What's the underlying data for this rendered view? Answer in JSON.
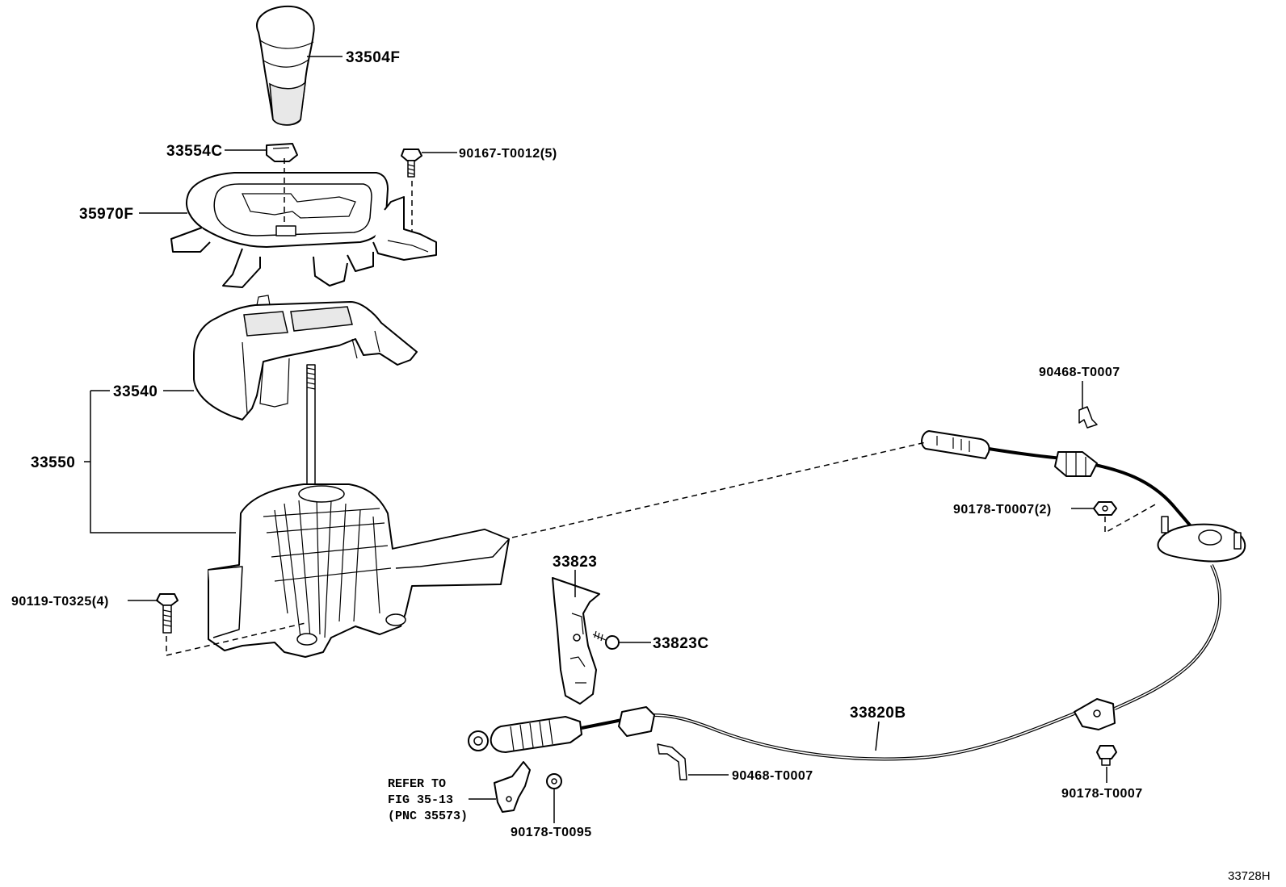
{
  "diagram": {
    "figure_id": "33728H",
    "parts": {
      "p33504F": "33504F",
      "p33554C": "33554C",
      "p90167": "90167-T0012(5)",
      "p35970F": "35970F",
      "p33540": "33540",
      "p33550": "33550",
      "p90119": "90119-T0325(4)",
      "p33823": "33823",
      "p33823C": "33823C",
      "p33820B": "33820B",
      "p90468_top": "90468-T0007",
      "p90178_2": "90178-T0007(2)",
      "p90468_bottom": "90468-T0007",
      "p90178_bottom": "90178-T0007",
      "p90178_T0095": "90178-T0095"
    },
    "reference_note": {
      "line1": "REFER TO",
      "line2": "FIG 35-13",
      "line3": "(PNC 35573)"
    }
  }
}
